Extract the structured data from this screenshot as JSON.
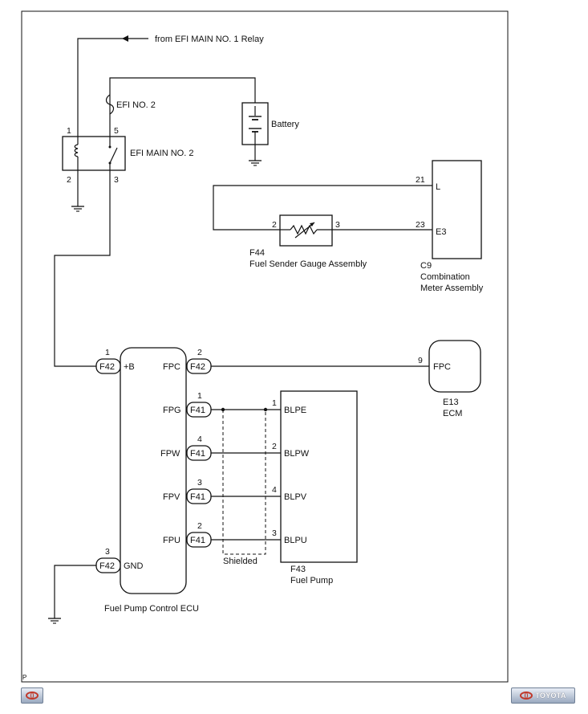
{
  "labels": {
    "relay_source": "from EFI MAIN NO. 1 Relay",
    "fuse": "EFI NO. 2",
    "battery": "Battery",
    "relay": "EFI MAIN NO. 2",
    "gauge_code": "F44",
    "gauge_name": "Fuel Sender Gauge Assembly",
    "meter_code": "C9",
    "meter_name_1": "Combination",
    "meter_name_2": "Meter Assembly",
    "ecm_code": "E13",
    "ecm_name": "ECM",
    "pump_ecu": "Fuel Pump Control ECU",
    "pump_code": "F43",
    "pump_name": "Fuel Pump",
    "shielded": "Shielded",
    "corner": "P"
  },
  "relay_pins": {
    "p1": "1",
    "p2": "2",
    "p3": "3",
    "p5": "5"
  },
  "gauge_pins": {
    "left": "2",
    "right": "3"
  },
  "meter_pins": {
    "n21": "21",
    "l": "L",
    "n23": "23",
    "e3": "E3"
  },
  "ecm_pins": {
    "n9": "9",
    "fpc": "FPC"
  },
  "connectors": {
    "f42": "F42",
    "f41": "F41"
  },
  "ecu_terminals": {
    "b": "+B",
    "fpc": "FPC",
    "fpg": "FPG",
    "fpw": "FPW",
    "fpv": "FPV",
    "fpu": "FPU",
    "gnd": "GND",
    "n_b": "1",
    "n_fpc": "2",
    "n_fpg": "1",
    "n_fpw": "4",
    "n_fpv": "3",
    "n_fpu": "2",
    "n_gnd": "3"
  },
  "pump_terminals": {
    "blpe": "BLPE",
    "blpw": "BLPW",
    "blpv": "BLPV",
    "blpu": "BLPU",
    "n_blpe": "1",
    "n_blpw": "2",
    "n_blpv": "4",
    "n_blpu": "3"
  },
  "nav": {
    "brand": "TOYOTA"
  }
}
